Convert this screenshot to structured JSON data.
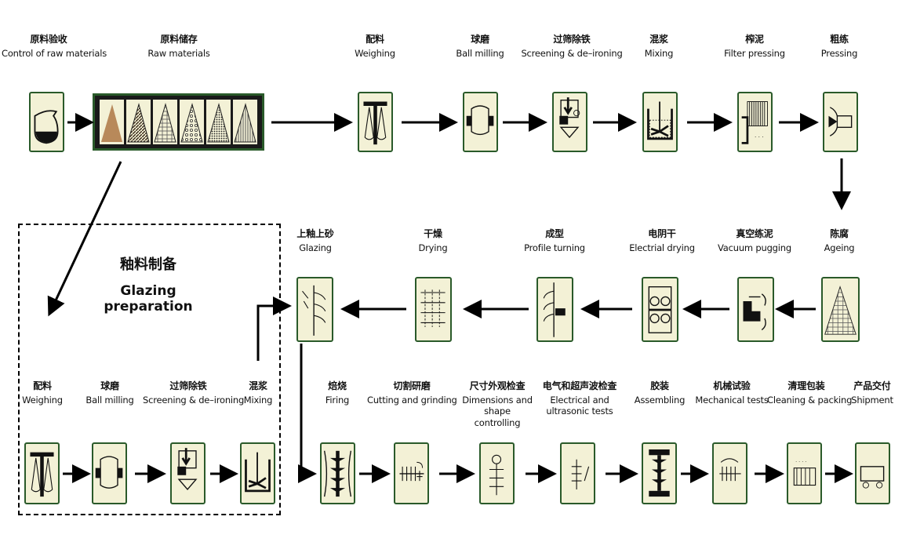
{
  "nodes": [
    {
      "id": "raw-control",
      "zh": "原料验收",
      "en": "Control of raw materials",
      "icon": "beaker-icon"
    },
    {
      "id": "raw-storage",
      "zh": "原料储存",
      "en": "Raw materials",
      "icon": "material-piles-icon"
    },
    {
      "id": "weighing",
      "zh": "配料",
      "en": "Weighing",
      "icon": "scale-icon"
    },
    {
      "id": "ball-milling",
      "zh": "球磨",
      "en": "Ball milling",
      "icon": "ball-mill-icon"
    },
    {
      "id": "screening",
      "zh": "过筛除铁",
      "en": "Screening & de–ironing",
      "icon": "sieve-icon"
    },
    {
      "id": "mixing",
      "zh": "混浆",
      "en": "Mixing",
      "icon": "mixer-icon"
    },
    {
      "id": "filter-pressing",
      "zh": "榨泥",
      "en": "Filter pressing",
      "icon": "filter-press-icon"
    },
    {
      "id": "pressing",
      "zh": "粗练",
      "en": "Pressing",
      "icon": "press-icon"
    },
    {
      "id": "ageing",
      "zh": "陈腐",
      "en": "Ageing",
      "icon": "pile-icon"
    },
    {
      "id": "vacuum-pugging",
      "zh": "真空练泥",
      "en": "Vacuum pugging",
      "icon": "pug-mill-icon"
    },
    {
      "id": "electrical-drying",
      "zh": "电阴干",
      "en": "Electrial drying",
      "icon": "dryer-icon"
    },
    {
      "id": "profile-turning",
      "zh": "成型",
      "en": "Profile turning",
      "icon": "lathe-icon"
    },
    {
      "id": "drying",
      "zh": "干燥",
      "en": "Drying",
      "icon": "drying-rack-icon"
    },
    {
      "id": "glazing",
      "zh": "上釉上砂",
      "en": "Glazing",
      "icon": "glazing-icon"
    },
    {
      "id": "g-weighing",
      "zh": "配料",
      "en": "Weighing",
      "icon": "scale-icon"
    },
    {
      "id": "g-ball-milling",
      "zh": "球磨",
      "en": "Ball milling",
      "icon": "ball-mill-icon"
    },
    {
      "id": "g-screening",
      "zh": "过筛除铁",
      "en": "Screening & de–ironing",
      "icon": "sieve-icon"
    },
    {
      "id": "g-mixing",
      "zh": "混浆",
      "en": "Mixing",
      "icon": "mixer-icon"
    },
    {
      "id": "firing",
      "zh": "焙烧",
      "en": "Firing",
      "icon": "kiln-insulator-icon"
    },
    {
      "id": "cutting",
      "zh": "切割研磨",
      "en": "Cutting and grinding",
      "icon": "cutting-icon"
    },
    {
      "id": "dimensions",
      "zh": "尺寸外观检查",
      "en": "Dimensions and shape controlling",
      "icon": "inspection-icon"
    },
    {
      "id": "electrical-tests",
      "zh": "电气和超声波检查",
      "en": "Electrical and ultrasonic tests",
      "icon": "ultrasonic-icon"
    },
    {
      "id": "assembling",
      "zh": "胶装",
      "en": "Assembling",
      "icon": "assembly-icon"
    },
    {
      "id": "mechanical-tests",
      "zh": "机械试验",
      "en": "Mechanical tests",
      "icon": "tensile-test-icon"
    },
    {
      "id": "cleaning",
      "zh": "清理包装",
      "en": "Cleaning & packing",
      "icon": "packing-icon"
    },
    {
      "id": "shipment",
      "zh": "产品交付",
      "en": "Shipment",
      "icon": "cart-icon"
    }
  ],
  "group": {
    "zh": "釉料制备",
    "en": "Glazing preparation"
  },
  "colors": {
    "box_fill": "#f3f1d6",
    "box_border": "#2a5a2a",
    "arrow": "#000000"
  }
}
